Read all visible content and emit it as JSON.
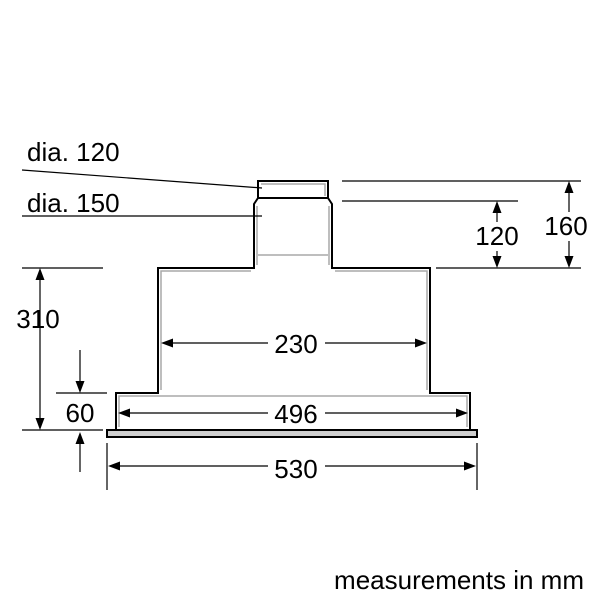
{
  "callouts": {
    "dia_upper": "dia. 120",
    "dia_lower": "dia. 150"
  },
  "dimensions": {
    "right_outer": "160",
    "right_inner": "120",
    "left_height": "310",
    "body_width": "230",
    "flange_height": "60",
    "flange_width": "496",
    "overall_width": "530"
  },
  "footer": {
    "units_note": "measurements in mm"
  },
  "colors": {
    "line": "#000000",
    "inner_line": "#a8a8a8",
    "plate_fill": "#cfcfcf",
    "background": "#ffffff"
  }
}
